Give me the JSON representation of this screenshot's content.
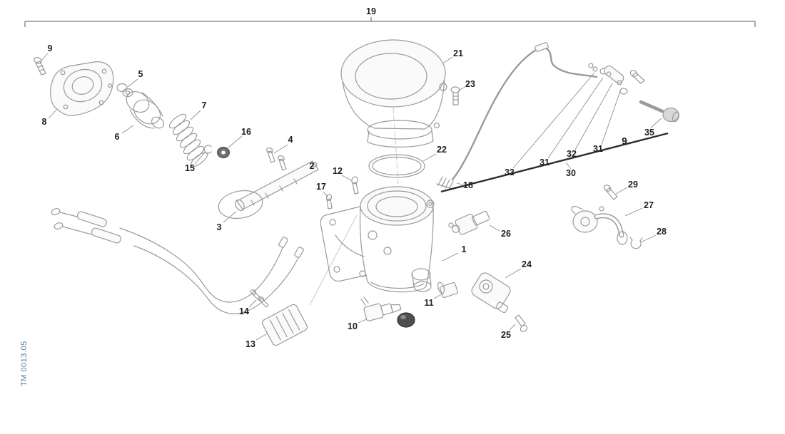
{
  "diagram": {
    "doc_number": "TM 0013.05",
    "colors": {
      "line_art": "#9a9a9a",
      "dark_line": "#2e2e2e",
      "label_text": "#1f1f1f",
      "doc_number_text": "#4e7f95"
    },
    "callouts": {
      "c19": "19",
      "c9_screw": "9",
      "c8": "8",
      "c5": "5",
      "c6": "6",
      "c7": "7",
      "c16": "16",
      "c15": "15",
      "c4": "4",
      "c2": "2",
      "c3": "3",
      "c12": "12",
      "c17": "17",
      "c21": "21",
      "c23": "23",
      "c22": "22",
      "c18": "18",
      "c33": "33",
      "c31_a": "31",
      "c32": "32",
      "c31_b": "31",
      "c9_group": "9",
      "c30": "30",
      "c35": "35",
      "c26": "26",
      "c29": "29",
      "c27": "27",
      "c28": "28",
      "c1": "1",
      "c24": "24",
      "c11": "11",
      "c10": "10",
      "c25": "25",
      "c13": "13",
      "c14": "14"
    }
  }
}
